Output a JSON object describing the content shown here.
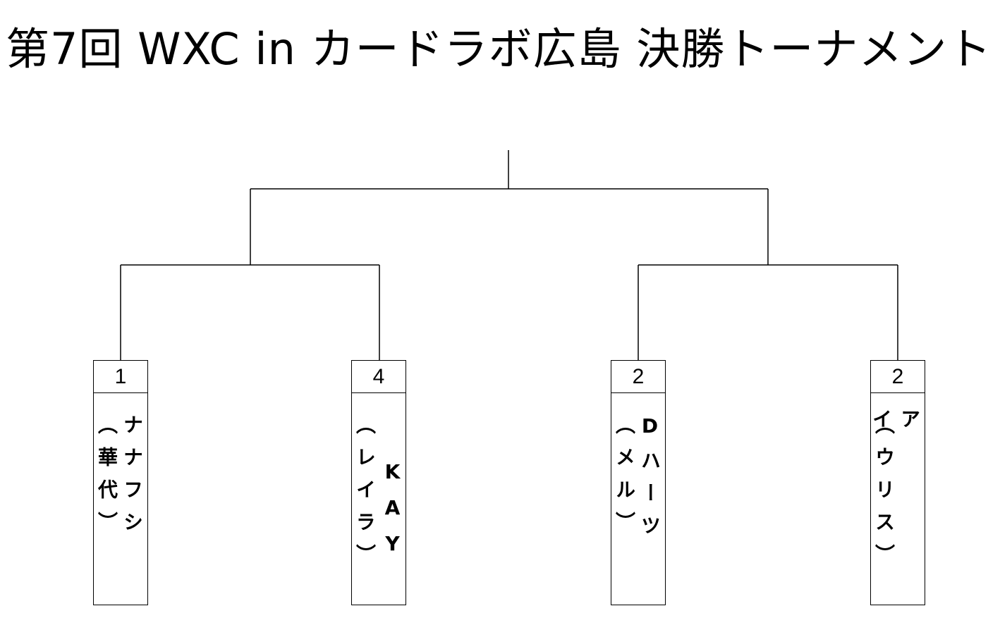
{
  "title": "第7回 WXC in カードラボ広島 決勝トーナメント",
  "players": [
    {
      "seed": "1",
      "name": "ナナフシ",
      "team": "︵華代︶"
    },
    {
      "seed": "4",
      "name": "KAY",
      "team": "︵レイラ︶"
    },
    {
      "seed": "2",
      "name": "Dハーツ",
      "team": "︵メル︶"
    },
    {
      "seed": "2",
      "name": "アイ",
      "team": "︵ウリス︶"
    }
  ]
}
